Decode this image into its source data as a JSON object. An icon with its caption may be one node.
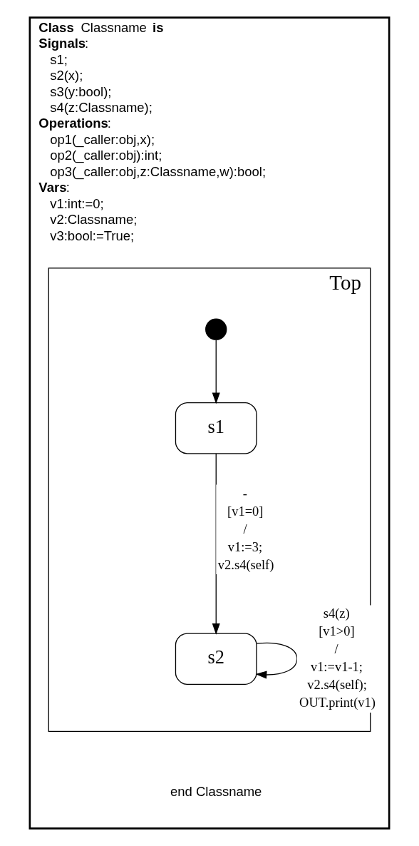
{
  "diagram": {
    "nodes": [
      {
        "text": [
          "**Class** Classname **is**",
          "**Signals**:",
          "s1;",
          "s2(x);",
          "s3(y:bool);",
          "s4(z:Classname);",
          "**Operations**:",
          "op1(_caller:obj,x);",
          "op2(_caller:obj):int;",
          "op3(_caller:obj,z:Classname,w):bool;",
          "**Vars**:",
          "v1:int:=0;",
          "v2:Classname;",
          "v3:bool:=True;"
        ]
      },
      {
        "text": [
          "Top"
        ],
        "in": 0
      },
      {
        "text": [],
        "shape": "circle",
        "in": 1
      },
      {
        "text": [
          "s1"
        ],
        "in": 1
      },
      {
        "text": [
          "s2"
        ],
        "in": 1
      }
    ],
    "edges": [
      {
        "from": 2,
        "to": 3,
        "arrow": "to"
      },
      {
        "from": 3,
        "to": 4,
        "arrow": "to",
        "label": "- [v1=0] / v1:=3; v2.s4(self)"
      },
      {
        "from": 4,
        "to": 4,
        "arrow": "to",
        "label": "s4(z) [v1>0] / v1:=v1-1; v2.s4(self); OUT.print(v1)"
      }
    ],
    "labels": [
      "end Classname"
    ]
  }
}
